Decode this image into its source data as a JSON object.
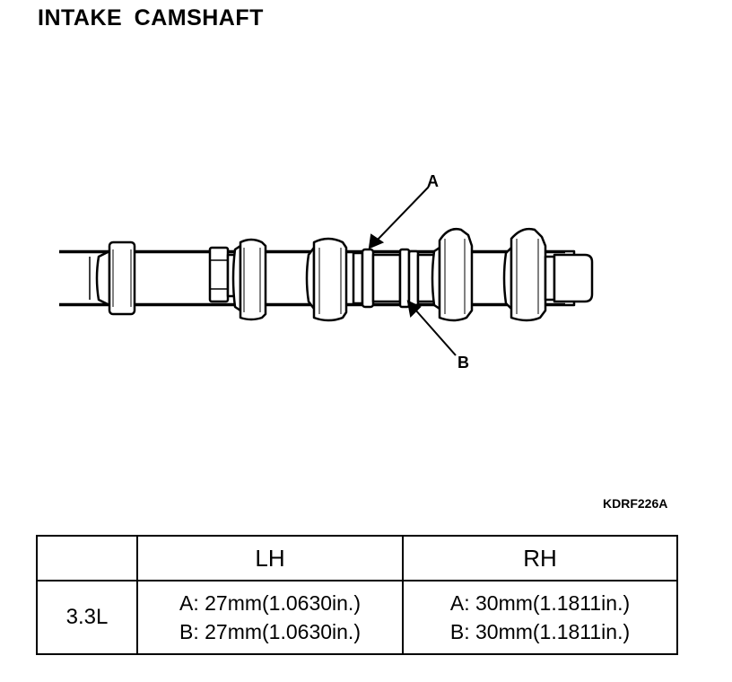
{
  "title": "INTAKE CAMSHAFT",
  "labels": {
    "a": "A",
    "b": "B"
  },
  "figure_code": "KDRF226A",
  "table": {
    "header": {
      "blank": "",
      "lh": "LH",
      "rh": "RH"
    },
    "rows": [
      {
        "engine": "3.3L",
        "lh": [
          "A: 27mm(1.0630in.)",
          "B: 27mm(1.0630in.)"
        ],
        "rh": [
          "A: 30mm(1.1811in.)",
          "B: 30mm(1.1811in.)"
        ]
      }
    ]
  }
}
